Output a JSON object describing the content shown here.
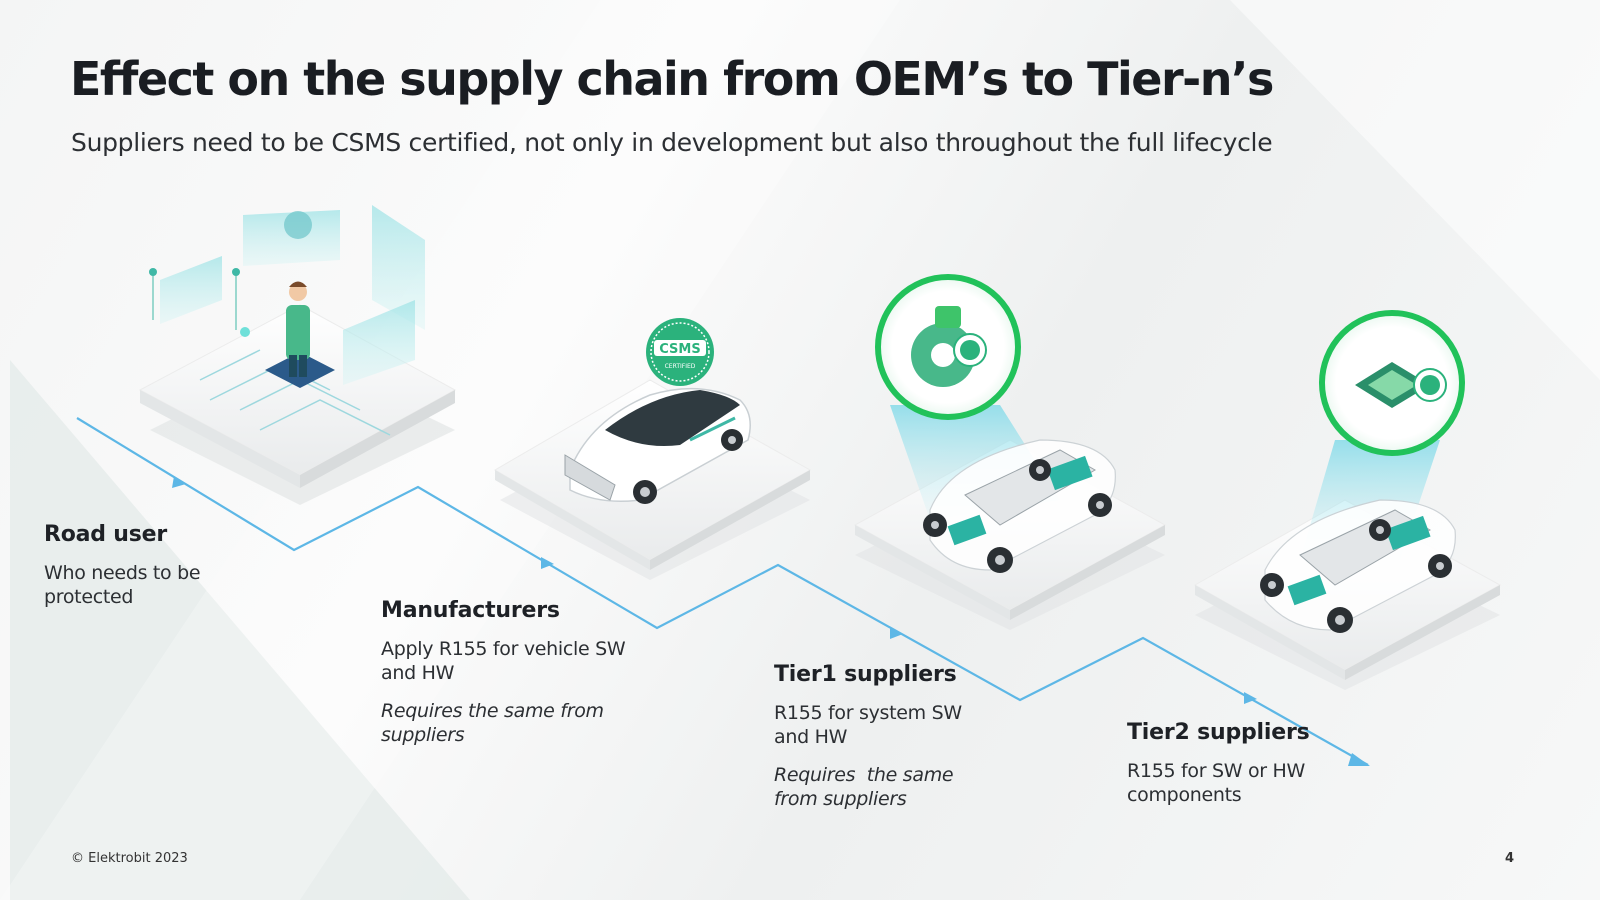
{
  "title": "Effect on the supply chain from OEM’s to Tier-n’s",
  "subtitle": "Suppliers need to be CSMS certified, not only in development but also throughout the full lifecycle",
  "stages": [
    {
      "name": "Road user",
      "lines": [
        "Who needs to be protected"
      ],
      "note": ""
    },
    {
      "name": "Manufacturers",
      "lines": [
        "Apply R155 for vehicle SW and HW"
      ],
      "note": "Requires the same from suppliers"
    },
    {
      "name": "Tier1 suppliers",
      "lines": [
        "R155 for system SW and HW"
      ],
      "note": "Requires  the same from suppliers"
    },
    {
      "name": "Tier2 suppliers",
      "lines": [
        "R155 for SW or HW components"
      ],
      "note": ""
    }
  ],
  "badge_text": "CSMS",
  "badge_subtext": "CERTIFIED",
  "footer": "© Elektrobit 2023",
  "page_number": "4",
  "colors": {
    "accent_green": "#1fc46a",
    "accent_teal": "#3fb8a6",
    "path_blue": "#5db7e6",
    "title": "#1a1d22"
  }
}
